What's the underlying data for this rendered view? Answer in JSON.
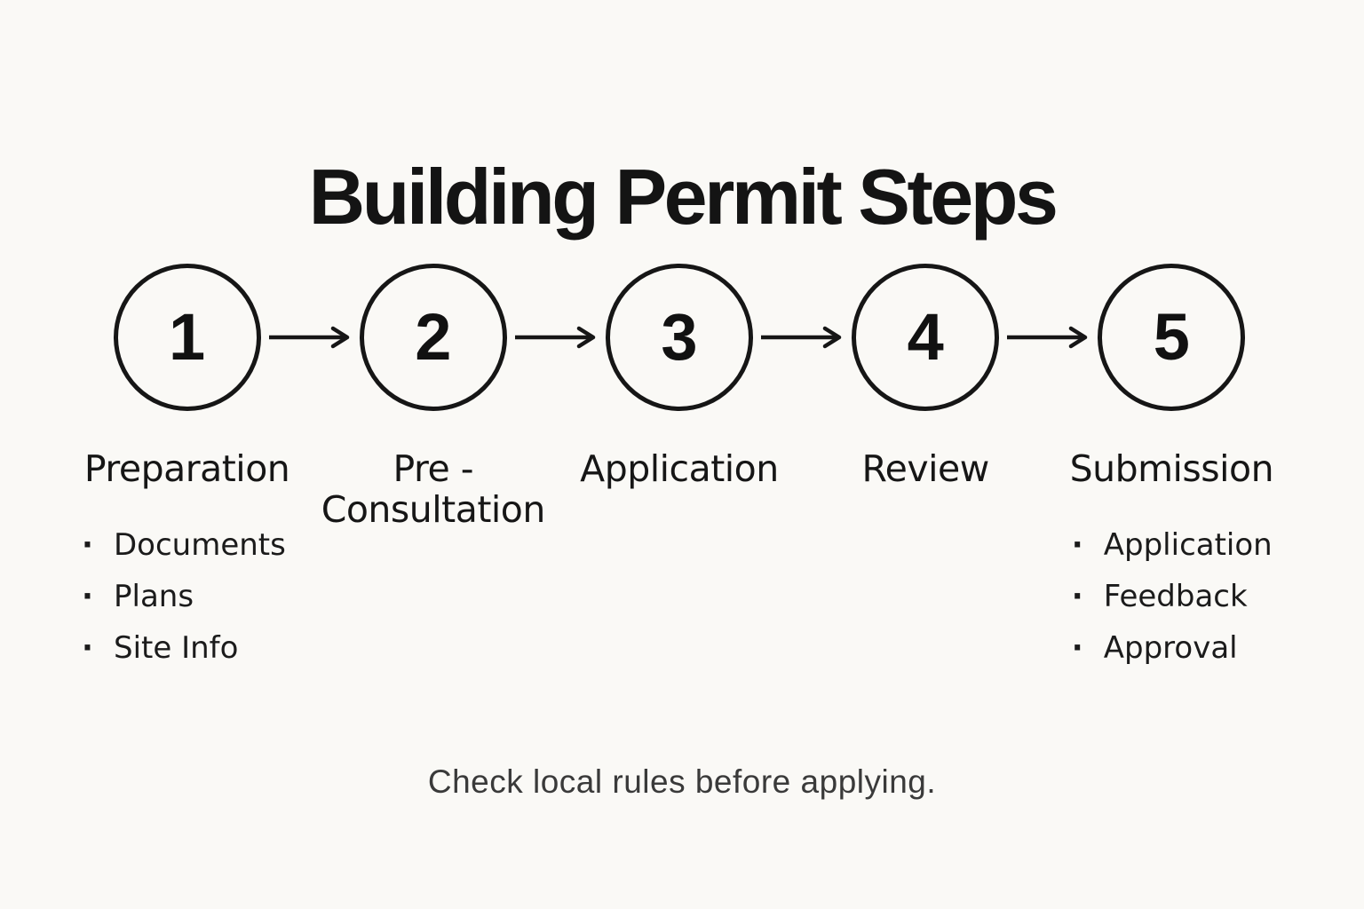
{
  "colors": {
    "background": "#faf9f6",
    "ink": "#161616",
    "footer_text": "#3a3a3a"
  },
  "title": "Building Permit Steps",
  "footer": "Check local rules before applying.",
  "bullet_char": "·",
  "icons": {
    "arrow": "right-arrow"
  },
  "steps": [
    {
      "number": "1",
      "label": "Preparation",
      "bullets": [
        "Documents",
        "Plans",
        "Site Info"
      ]
    },
    {
      "number": "2",
      "label": "Pre - Consultation",
      "bullets": []
    },
    {
      "number": "3",
      "label": "Application",
      "bullets": []
    },
    {
      "number": "4",
      "label": "Review",
      "bullets": []
    },
    {
      "number": "5",
      "label": "Submission",
      "bullets": [
        "Application",
        "Feedback",
        "Approval"
      ]
    }
  ]
}
